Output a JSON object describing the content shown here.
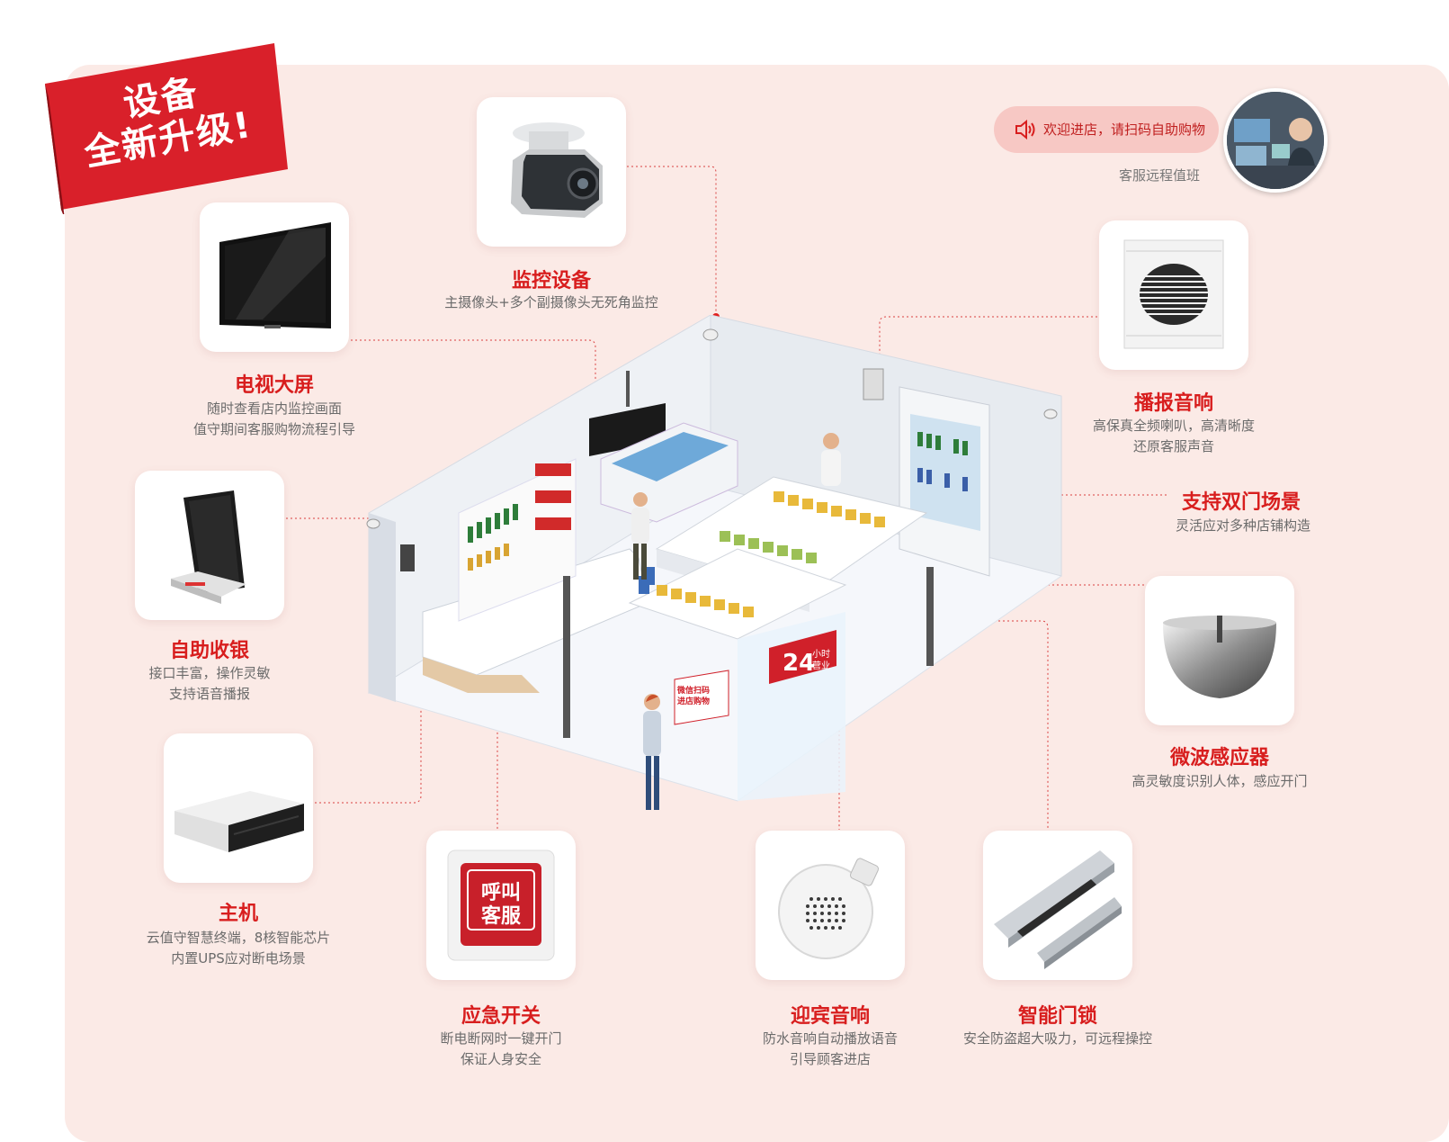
{
  "banner": {
    "line1": "设备",
    "line2": "全新升级!"
  },
  "welcome_bubble": {
    "text": "欢迎进店，请扫码自助购物",
    "icon": "speaker-icon"
  },
  "service": {
    "label": "客服远程值班"
  },
  "store_sign": {
    "hours": "24",
    "line1": "小时",
    "line2": "营业"
  },
  "poster": {
    "line1": "微信扫码",
    "line2": "进店购物"
  },
  "emergency_button_text": {
    "line1": "呼叫",
    "line2": "客服"
  },
  "devices": [
    {
      "id": "camera",
      "title": "监控设备",
      "desc": [
        "主摄像头+多个副摄像头无死角监控"
      ],
      "icon": "camera-icon"
    },
    {
      "id": "tv",
      "title": "电视大屏",
      "desc": [
        "随时查看店内监控画面",
        "值守期间客服购物流程引导"
      ],
      "icon": "tv-icon"
    },
    {
      "id": "checkout",
      "title": "自助收银",
      "desc": [
        "接口丰富，操作灵敏",
        "支持语音播报"
      ],
      "icon": "pos-terminal-icon"
    },
    {
      "id": "host",
      "title": "主机",
      "desc": [
        "云值守智慧终端，8核智能芯片",
        "内置UPS应对断电场景"
      ],
      "icon": "server-box-icon"
    },
    {
      "id": "emergency",
      "title": "应急开关",
      "desc": [
        "断电断网时一键开门",
        "保证人身安全"
      ],
      "icon": "emergency-switch-icon"
    },
    {
      "id": "welcome-speaker",
      "title": "迎宾音响",
      "desc": [
        "防水音响自动播放语音",
        "引导顾客进店"
      ],
      "icon": "round-speaker-icon"
    },
    {
      "id": "lock",
      "title": "智能门锁",
      "desc": [
        "安全防盗超大吸力，可远程操控"
      ],
      "icon": "magnetic-lock-icon"
    },
    {
      "id": "microwave",
      "title": "微波感应器",
      "desc": [
        "高灵敏度识别人体，感应开门"
      ],
      "icon": "dome-sensor-icon"
    },
    {
      "id": "double-door",
      "title": "支持双门场景",
      "desc": [
        "灵活应对多种店铺构造"
      ]
    },
    {
      "id": "broadcast",
      "title": "播报音响",
      "desc": [
        "高保真全频喇叭，高清晰度",
        "还原客服声音"
      ],
      "icon": "ceiling-speaker-icon"
    }
  ],
  "colors": {
    "accent": "#d81e1e",
    "panel": "#fbeae6",
    "text_muted": "#6b6b6b"
  }
}
